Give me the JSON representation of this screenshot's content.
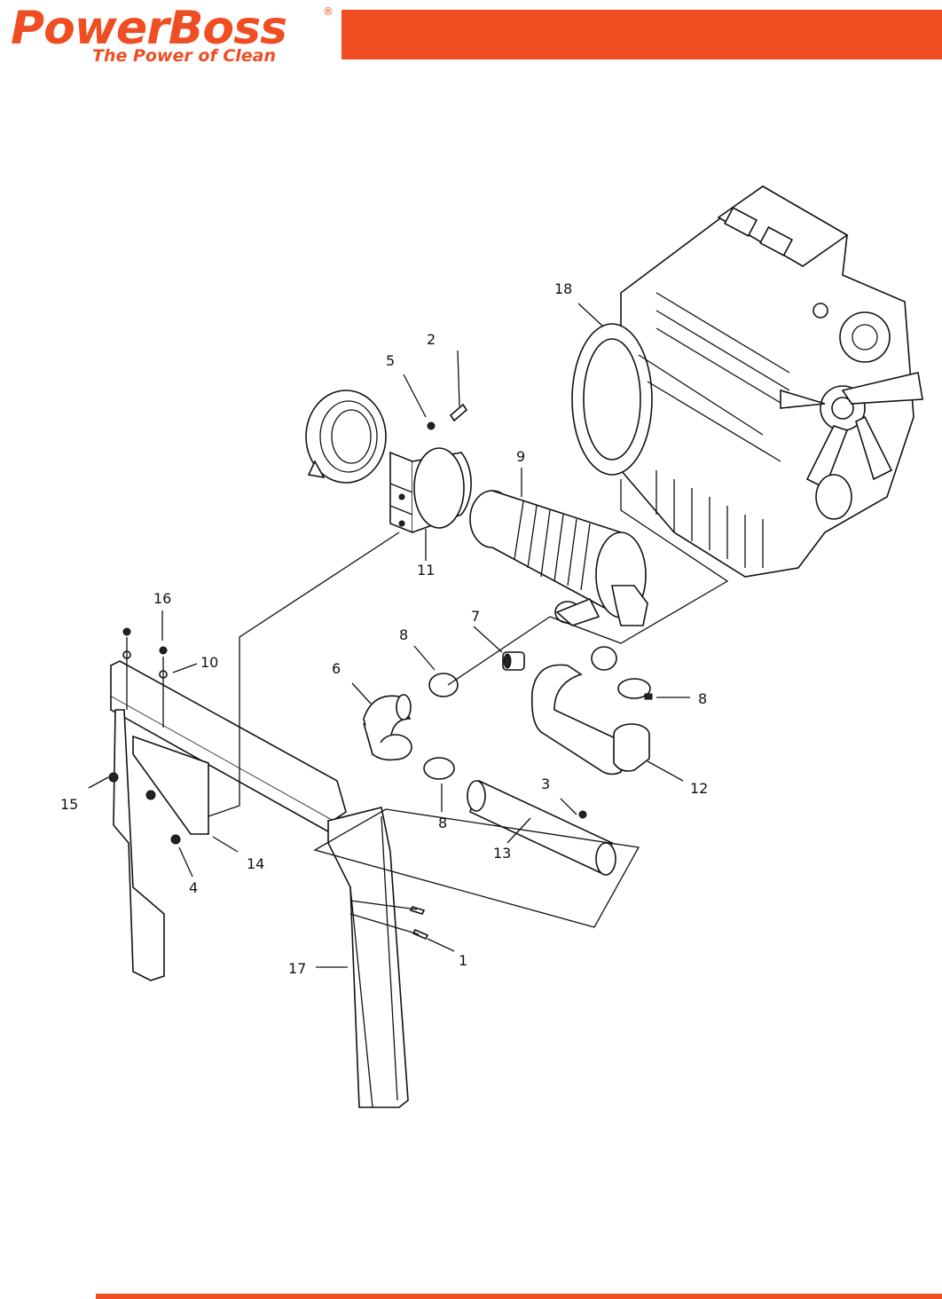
{
  "brand": {
    "name": "PowerBoss",
    "registered_mark": "®",
    "tagline": "The Power of Clean",
    "accent_color": "#ef4e23"
  },
  "callouts": {
    "c1": "1",
    "c2": "2",
    "c3": "3",
    "c4": "4",
    "c5": "5",
    "c6": "6",
    "c7": "7",
    "c8a": "8",
    "c8b": "8",
    "c8c": "8",
    "c9": "9",
    "c10": "10",
    "c11": "11",
    "c12": "12",
    "c13": "13",
    "c14": "14",
    "c15": "15",
    "c16": "16",
    "c17": "17",
    "c18": "18"
  }
}
